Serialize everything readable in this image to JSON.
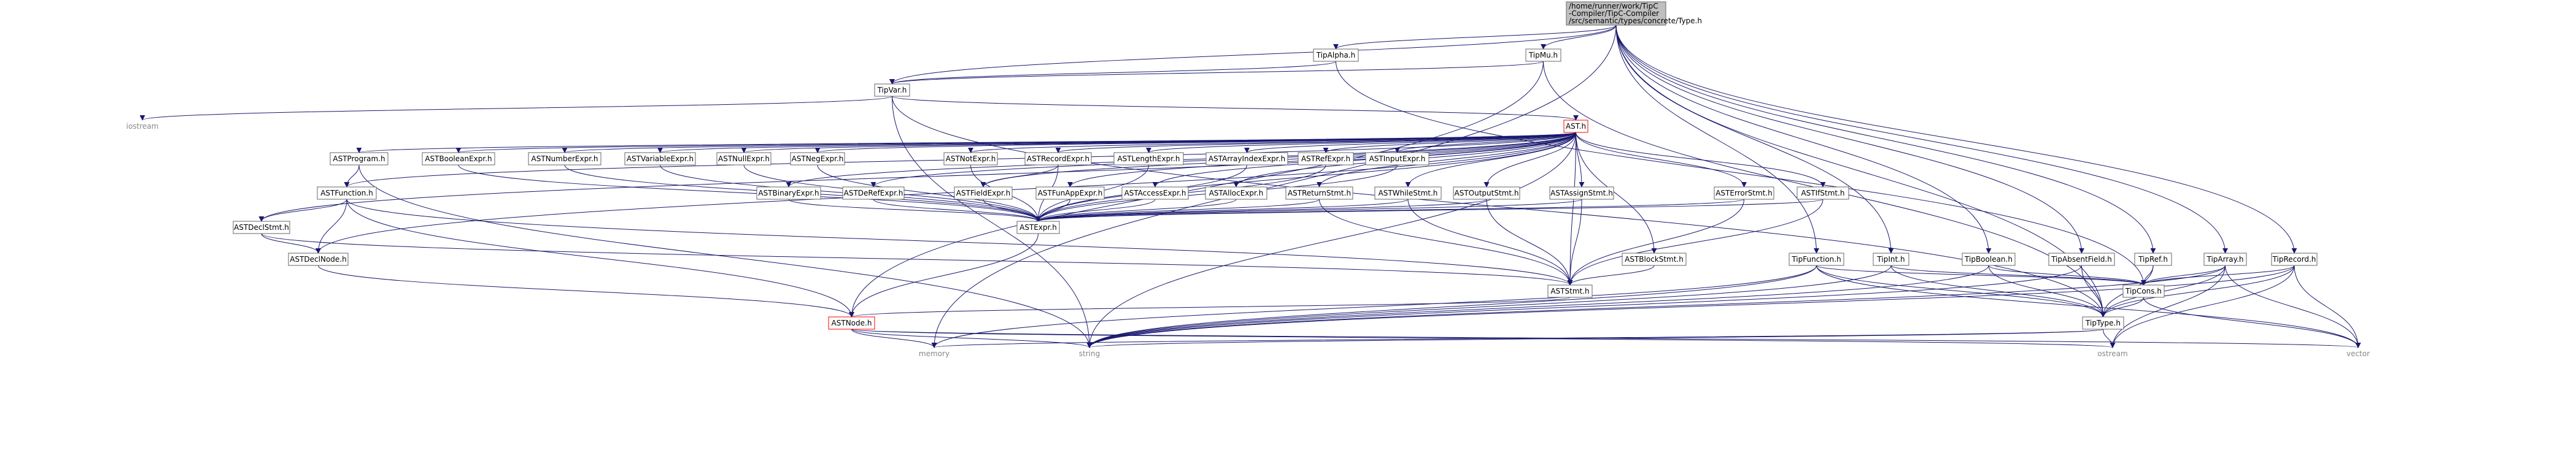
{
  "graph": {
    "colors": {
      "edge": "#191970",
      "node_border": "#666666",
      "node_border_highlight": "#ff0000",
      "root_fill": "#bfbfbf",
      "node_fill": "#ffffff",
      "system_header_text": "#888888"
    },
    "nodes": [
      {
        "id": "root",
        "lines": [
          "/home/runner/work/TipC",
          "-Compiler/TipC-Compiler",
          "/src/semantic/types/concrete/Type.h"
        ],
        "style": "root"
      },
      {
        "id": "tipalpha",
        "lines": [
          "TipAlpha.h"
        ],
        "style": "normal"
      },
      {
        "id": "tipmu",
        "lines": [
          "TipMu.h"
        ],
        "style": "normal"
      },
      {
        "id": "tipvar",
        "lines": [
          "TipVar.h"
        ],
        "style": "normal"
      },
      {
        "id": "iostream",
        "lines": [
          "iostream"
        ],
        "style": "system"
      },
      {
        "id": "asth",
        "lines": [
          "AST.h"
        ],
        "style": "highlight"
      },
      {
        "id": "astprogram",
        "lines": [
          "ASTProgram.h"
        ],
        "style": "normal"
      },
      {
        "id": "astboolean",
        "lines": [
          "ASTBooleanExpr.h"
        ],
        "style": "normal"
      },
      {
        "id": "astnumber",
        "lines": [
          "ASTNumberExpr.h"
        ],
        "style": "normal"
      },
      {
        "id": "astvariable",
        "lines": [
          "ASTVariableExpr.h"
        ],
        "style": "normal"
      },
      {
        "id": "astnull",
        "lines": [
          "ASTNullExpr.h"
        ],
        "style": "normal"
      },
      {
        "id": "astneg",
        "lines": [
          "ASTNegExpr.h"
        ],
        "style": "normal"
      },
      {
        "id": "astnot",
        "lines": [
          "ASTNotExpr.h"
        ],
        "style": "normal"
      },
      {
        "id": "astrecord",
        "lines": [
          "ASTRecordExpr.h"
        ],
        "style": "normal"
      },
      {
        "id": "astlength",
        "lines": [
          "ASTLengthExpr.h"
        ],
        "style": "normal"
      },
      {
        "id": "astarrayindex",
        "lines": [
          "ASTArrayIndexExpr.h"
        ],
        "style": "normal"
      },
      {
        "id": "astref",
        "lines": [
          "ASTRefExpr.h"
        ],
        "style": "normal"
      },
      {
        "id": "astinput",
        "lines": [
          "ASTInputExpr.h"
        ],
        "style": "normal"
      },
      {
        "id": "astfunction",
        "lines": [
          "ASTFunction.h"
        ],
        "style": "normal"
      },
      {
        "id": "astbinary",
        "lines": [
          "ASTBinaryExpr.h"
        ],
        "style": "normal"
      },
      {
        "id": "astderef",
        "lines": [
          "ASTDeRefExpr.h"
        ],
        "style": "normal"
      },
      {
        "id": "astfield",
        "lines": [
          "ASTFieldExpr.h"
        ],
        "style": "normal"
      },
      {
        "id": "astfunapp",
        "lines": [
          "ASTFunAppExpr.h"
        ],
        "style": "normal"
      },
      {
        "id": "astaccess",
        "lines": [
          "ASTAccessExpr.h"
        ],
        "style": "normal"
      },
      {
        "id": "astalloc",
        "lines": [
          "ASTAllocExpr.h"
        ],
        "style": "normal"
      },
      {
        "id": "astreturn",
        "lines": [
          "ASTReturnStmt.h"
        ],
        "style": "normal"
      },
      {
        "id": "astwhile",
        "lines": [
          "ASTWhileStmt.h"
        ],
        "style": "normal"
      },
      {
        "id": "astoutput",
        "lines": [
          "ASTOutputStmt.h"
        ],
        "style": "normal"
      },
      {
        "id": "astassign",
        "lines": [
          "ASTAssignStmt.h"
        ],
        "style": "normal"
      },
      {
        "id": "asterror",
        "lines": [
          "ASTErrorStmt.h"
        ],
        "style": "normal"
      },
      {
        "id": "astif",
        "lines": [
          "ASTIfStmt.h"
        ],
        "style": "normal"
      },
      {
        "id": "astdeclstmt",
        "lines": [
          "ASTDeclStmt.h"
        ],
        "style": "normal"
      },
      {
        "id": "astdeclnode",
        "lines": [
          "ASTDeclNode.h"
        ],
        "style": "normal"
      },
      {
        "id": "astexpr",
        "lines": [
          "ASTExpr.h"
        ],
        "style": "normal"
      },
      {
        "id": "astblock",
        "lines": [
          "ASTBlockStmt.h"
        ],
        "style": "normal"
      },
      {
        "id": "aststmt",
        "lines": [
          "ASTStmt.h"
        ],
        "style": "normal"
      },
      {
        "id": "astnode",
        "lines": [
          "ASTNode.h"
        ],
        "style": "highlight"
      },
      {
        "id": "tipfunction",
        "lines": [
          "TipFunction.h"
        ],
        "style": "normal"
      },
      {
        "id": "tipint",
        "lines": [
          "TipInt.h"
        ],
        "style": "normal"
      },
      {
        "id": "tipboolean",
        "lines": [
          "TipBoolean.h"
        ],
        "style": "normal"
      },
      {
        "id": "tipabsent",
        "lines": [
          "TipAbsentField.h"
        ],
        "style": "normal"
      },
      {
        "id": "tipref",
        "lines": [
          "TipRef.h"
        ],
        "style": "normal"
      },
      {
        "id": "tiparray",
        "lines": [
          "TipArray.h"
        ],
        "style": "normal"
      },
      {
        "id": "tiprecord",
        "lines": [
          "TipRecord.h"
        ],
        "style": "normal"
      },
      {
        "id": "tipcons",
        "lines": [
          "TipCons.h"
        ],
        "style": "normal"
      },
      {
        "id": "tiptype",
        "lines": [
          "TipType.h"
        ],
        "style": "normal"
      },
      {
        "id": "memory",
        "lines": [
          "memory"
        ],
        "style": "system"
      },
      {
        "id": "string",
        "lines": [
          "string"
        ],
        "style": "system"
      },
      {
        "id": "ostream",
        "lines": [
          "ostream"
        ],
        "style": "system"
      },
      {
        "id": "vector",
        "lines": [
          "vector"
        ],
        "style": "system"
      }
    ],
    "edges": [
      [
        "root",
        "tipalpha"
      ],
      [
        "root",
        "tipmu"
      ],
      [
        "root",
        "tipvar"
      ],
      [
        "root",
        "memory"
      ],
      [
        "root",
        "tipfunction"
      ],
      [
        "root",
        "tipint"
      ],
      [
        "root",
        "tipboolean"
      ],
      [
        "root",
        "tipabsent"
      ],
      [
        "root",
        "tipref"
      ],
      [
        "root",
        "tiparray"
      ],
      [
        "root",
        "tiprecord"
      ],
      [
        "root",
        "tiptype"
      ],
      [
        "tipalpha",
        "tipvar"
      ],
      [
        "tipalpha",
        "tipcons"
      ],
      [
        "tipmu",
        "tipvar"
      ],
      [
        "tipmu",
        "astnode"
      ],
      [
        "tipmu",
        "tiptype"
      ],
      [
        "tipvar",
        "iostream"
      ],
      [
        "tipvar",
        "asth"
      ],
      [
        "tipvar",
        "tiptype"
      ],
      [
        "tipvar",
        "string"
      ],
      [
        "asth",
        "astprogram"
      ],
      [
        "asth",
        "astboolean"
      ],
      [
        "asth",
        "astnumber"
      ],
      [
        "asth",
        "astvariable"
      ],
      [
        "asth",
        "astnull"
      ],
      [
        "asth",
        "astneg"
      ],
      [
        "asth",
        "astnot"
      ],
      [
        "asth",
        "astrecord"
      ],
      [
        "asth",
        "astlength"
      ],
      [
        "asth",
        "astarrayindex"
      ],
      [
        "asth",
        "astref"
      ],
      [
        "asth",
        "astinput"
      ],
      [
        "asth",
        "astfunction"
      ],
      [
        "asth",
        "astbinary"
      ],
      [
        "asth",
        "astderef"
      ],
      [
        "asth",
        "astfield"
      ],
      [
        "asth",
        "astfunapp"
      ],
      [
        "asth",
        "astaccess"
      ],
      [
        "asth",
        "astalloc"
      ],
      [
        "asth",
        "astreturn"
      ],
      [
        "asth",
        "astwhile"
      ],
      [
        "asth",
        "astoutput"
      ],
      [
        "asth",
        "astassign"
      ],
      [
        "asth",
        "asterror"
      ],
      [
        "asth",
        "astif"
      ],
      [
        "asth",
        "astdeclstmt"
      ],
      [
        "asth",
        "astdeclnode"
      ],
      [
        "asth",
        "astexpr"
      ],
      [
        "asth",
        "astblock"
      ],
      [
        "asth",
        "aststmt"
      ],
      [
        "asth",
        "string"
      ],
      [
        "astprogram",
        "astfunction"
      ],
      [
        "astprogram",
        "string"
      ],
      [
        "astboolean",
        "astexpr"
      ],
      [
        "astnumber",
        "astexpr"
      ],
      [
        "astvariable",
        "astexpr"
      ],
      [
        "astnull",
        "astexpr"
      ],
      [
        "astneg",
        "astexpr"
      ],
      [
        "astnot",
        "astexpr"
      ],
      [
        "astrecord",
        "astexpr"
      ],
      [
        "astrecord",
        "astfield"
      ],
      [
        "astlength",
        "astexpr"
      ],
      [
        "astarrayindex",
        "astexpr"
      ],
      [
        "astref",
        "astexpr"
      ],
      [
        "astinput",
        "astexpr"
      ],
      [
        "astfunction",
        "astdeclstmt"
      ],
      [
        "astfunction",
        "astdeclnode"
      ],
      [
        "astfunction",
        "aststmt"
      ],
      [
        "astfunction",
        "astnode"
      ],
      [
        "astbinary",
        "astexpr"
      ],
      [
        "astderef",
        "astexpr"
      ],
      [
        "astfield",
        "astexpr"
      ],
      [
        "astfunapp",
        "astexpr"
      ],
      [
        "astaccess",
        "astexpr"
      ],
      [
        "astalloc",
        "astexpr"
      ],
      [
        "astreturn",
        "astexpr"
      ],
      [
        "astreturn",
        "aststmt"
      ],
      [
        "astwhile",
        "astexpr"
      ],
      [
        "astwhile",
        "aststmt"
      ],
      [
        "astoutput",
        "astexpr"
      ],
      [
        "astoutput",
        "aststmt"
      ],
      [
        "astassign",
        "astexpr"
      ],
      [
        "astassign",
        "aststmt"
      ],
      [
        "asterror",
        "astexpr"
      ],
      [
        "asterror",
        "aststmt"
      ],
      [
        "astif",
        "astexpr"
      ],
      [
        "astif",
        "aststmt"
      ],
      [
        "astdeclstmt",
        "astdeclnode"
      ],
      [
        "astdeclstmt",
        "aststmt"
      ],
      [
        "astdeclnode",
        "astnode"
      ],
      [
        "astexpr",
        "astnode"
      ],
      [
        "astblock",
        "aststmt"
      ],
      [
        "aststmt",
        "astnode"
      ],
      [
        "astnode",
        "memory"
      ],
      [
        "astnode",
        "string"
      ],
      [
        "astnode",
        "ostream"
      ],
      [
        "astnode",
        "vector"
      ],
      [
        "tipfunction",
        "tipcons"
      ],
      [
        "tipfunction",
        "tiptype"
      ],
      [
        "tipfunction",
        "memory"
      ],
      [
        "tipfunction",
        "string"
      ],
      [
        "tipfunction",
        "vector"
      ],
      [
        "tipint",
        "tipcons"
      ],
      [
        "tipint",
        "tiptype"
      ],
      [
        "tipint",
        "string"
      ],
      [
        "tipboolean",
        "tipcons"
      ],
      [
        "tipboolean",
        "tiptype"
      ],
      [
        "tipboolean",
        "string"
      ],
      [
        "tipabsent",
        "tiptype"
      ],
      [
        "tipabsent",
        "string"
      ],
      [
        "tipref",
        "tipcons"
      ],
      [
        "tipref",
        "tiptype"
      ],
      [
        "tiparray",
        "tipcons"
      ],
      [
        "tiparray",
        "tiptype"
      ],
      [
        "tiparray",
        "string"
      ],
      [
        "tiparray",
        "ostream"
      ],
      [
        "tiparray",
        "vector"
      ],
      [
        "tiprecord",
        "tipcons"
      ],
      [
        "tiprecord",
        "tiptype"
      ],
      [
        "tiprecord",
        "string"
      ],
      [
        "tiprecord",
        "ostream"
      ],
      [
        "tiprecord",
        "vector"
      ],
      [
        "tipcons",
        "tiptype"
      ],
      [
        "tipcons",
        "vector"
      ],
      [
        "tiptype",
        "memory"
      ],
      [
        "tiptype",
        "string"
      ],
      [
        "tiptype",
        "ostream"
      ]
    ]
  }
}
